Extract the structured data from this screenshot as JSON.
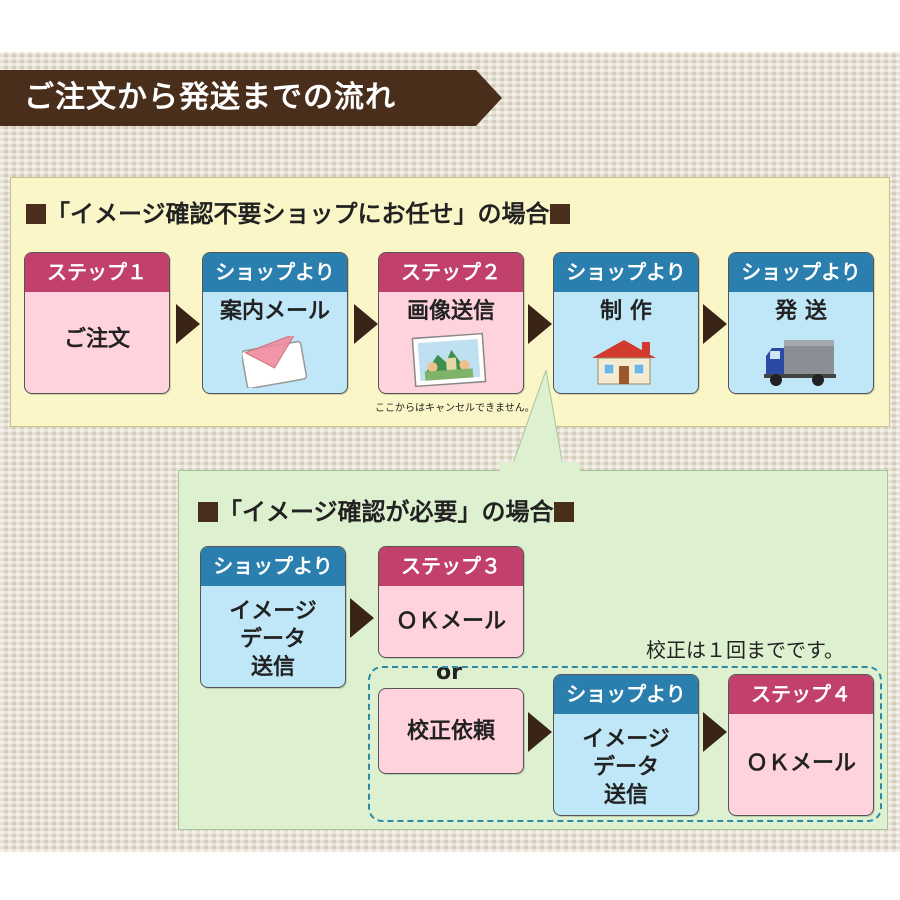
{
  "title": "ご注文から発送までの流れ",
  "colors": {
    "banner": "#4a2e1c",
    "step_head": "#c2406c",
    "shop_head": "#2b7fae",
    "step_body": "#ffd3de",
    "shop_body": "#bfe7f7",
    "panel_yellow": "#fbf6c8",
    "panel_green": "#ddf0cf"
  },
  "section1": {
    "title": "「イメージ確認不要ショップにお任せ」の場合",
    "cards": [
      {
        "head": "ステップ１",
        "body": "ご注文",
        "type": "step"
      },
      {
        "head": "ショップより",
        "body": "案内メール",
        "type": "shop",
        "icon": "envelope-icon"
      },
      {
        "head": "ステップ２",
        "body": "画像送信",
        "type": "step",
        "icon": "photo-icon"
      },
      {
        "head": "ショップより",
        "body": "制 作",
        "type": "shop",
        "icon": "house-icon"
      },
      {
        "head": "ショップより",
        "body": "発 送",
        "type": "shop",
        "icon": "truck-icon"
      }
    ],
    "cancel_note": "ここからはキャンセルできません。"
  },
  "section2": {
    "title": "「イメージ確認が必要」の場合",
    "card_shop_data": {
      "head": "ショップより",
      "lines": [
        "イメージ",
        "データ",
        "送信"
      ]
    },
    "card_step3": {
      "head": "ステップ３",
      "body": "ＯＫメール"
    },
    "or": "or",
    "limit_note": "校正は１回までです。",
    "card_request": {
      "body": "校正依頼"
    },
    "card_shop_data2": {
      "head": "ショップより",
      "lines": [
        "イメージ",
        "データ",
        "送信"
      ]
    },
    "card_step4": {
      "head": "ステップ４",
      "body": "ＯＫメール"
    }
  }
}
